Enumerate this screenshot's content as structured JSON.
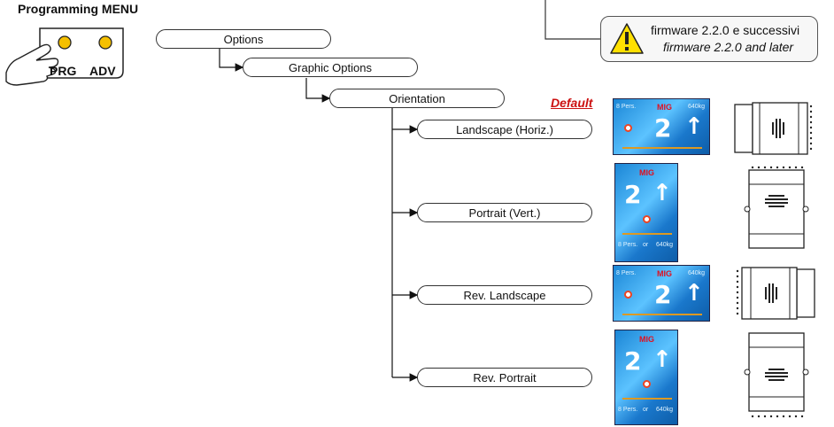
{
  "menu": {
    "title": "Programming MENU",
    "buttons": [
      {
        "label": "PRG"
      },
      {
        "label": "ADV"
      }
    ]
  },
  "tree": {
    "options": "Options",
    "graphic_options": "Graphic Options",
    "orientation": "Orientation",
    "items": [
      {
        "label": "Landscape (Horiz.)"
      },
      {
        "label": "Portrait (Vert.)"
      },
      {
        "label": "Rev. Landscape"
      },
      {
        "label": "Rev. Portrait"
      }
    ],
    "default_label": "Default"
  },
  "note": {
    "line1": "firmware 2.2.0 e successivi",
    "line2": "firmware 2.2.0 and later"
  },
  "screen_display": {
    "logo": "MIG",
    "floor": "2",
    "arrow": "↑",
    "landscape_persons": "8 Pers.",
    "landscape_load": "640kg",
    "portrait_persons": "8 Pers.",
    "portrait_mid": "or",
    "portrait_load": "640kg"
  },
  "colors": {
    "accent_red": "#cc1111",
    "button_yellow": "#f5c000",
    "screen_blue": "#1b86d6",
    "warning_yellow": "#ffe000"
  }
}
